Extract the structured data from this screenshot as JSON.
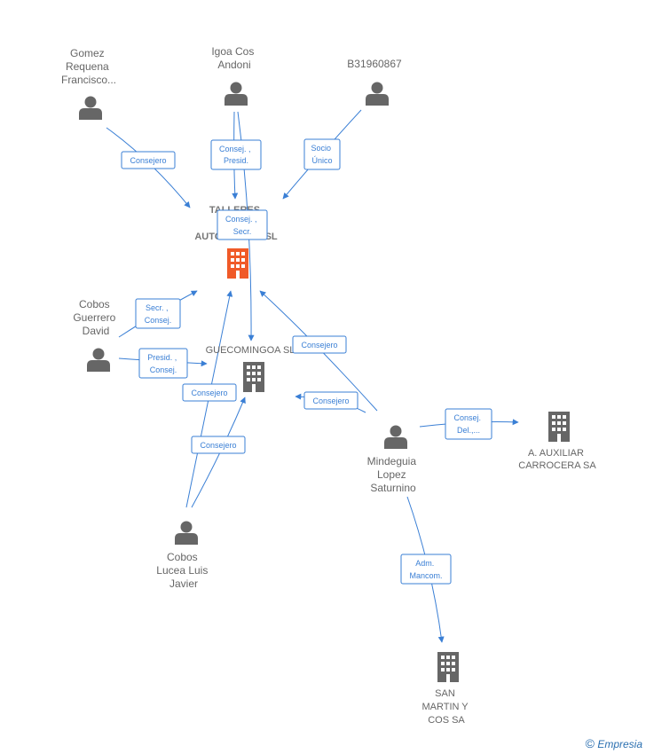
{
  "nodes": {
    "gomez": {
      "label": [
        "Gomez",
        "Requena",
        "Francisco..."
      ],
      "type": "person"
    },
    "igoa": {
      "label": [
        "Igoa Cos",
        "Andoni"
      ],
      "type": "person"
    },
    "b319": {
      "label": [
        "B31960867"
      ],
      "type": "person"
    },
    "talleres": {
      "label": [
        "TALLERES",
        "AUTOMOCION SL"
      ],
      "type": "company-main"
    },
    "cobos_g": {
      "label": [
        "Cobos",
        "Guerrero",
        "David"
      ],
      "type": "person"
    },
    "guecomingoa": {
      "label": [
        "GUECOMINGOA SL"
      ],
      "type": "company"
    },
    "mindeguia": {
      "label": [
        "Mindeguia",
        "Lopez",
        "Saturnino"
      ],
      "type": "person"
    },
    "auxiliar": {
      "label": [
        "A.  AUXILIAR",
        "CARROCERA SA"
      ],
      "type": "company"
    },
    "cobos_l": {
      "label": [
        "Cobos",
        "Lucea Luis",
        "Javier"
      ],
      "type": "person"
    },
    "sanmartin": {
      "label": [
        "SAN",
        "MARTIN Y",
        "COS SA"
      ],
      "type": "company"
    }
  },
  "edges": [
    {
      "id": "e1",
      "from": "gomez",
      "to": "talleres",
      "label": [
        "Consejero"
      ]
    },
    {
      "id": "e2",
      "from": "igoa",
      "to": "talleres",
      "label": [
        "Consej. ,",
        "Presid."
      ]
    },
    {
      "id": "e3",
      "from": "b319",
      "to": "talleres",
      "label": [
        "Socio",
        "Único"
      ]
    },
    {
      "id": "e4",
      "from": "igoa",
      "to": "guecomingoa",
      "label": [
        "Consej. ,",
        "Secr."
      ]
    },
    {
      "id": "e5",
      "from": "cobos_g",
      "to": "talleres",
      "label": [
        "Secr. ,",
        "Consej."
      ]
    },
    {
      "id": "e6",
      "from": "cobos_g",
      "to": "guecomingoa",
      "label": [
        "Presid. ,",
        "Consej."
      ]
    },
    {
      "id": "e7",
      "from": "mindeguia",
      "to": "talleres",
      "label": [
        "Consejero"
      ]
    },
    {
      "id": "e8",
      "from": "mindeguia",
      "to": "guecomingoa",
      "label": [
        "Consejero"
      ]
    },
    {
      "id": "e9",
      "from": "cobos_l",
      "to": "talleres",
      "label": [
        "Consejero"
      ]
    },
    {
      "id": "e10",
      "from": "cobos_l",
      "to": "guecomingoa",
      "label": [
        "Consejero"
      ]
    },
    {
      "id": "e11",
      "from": "mindeguia",
      "to": "auxiliar",
      "label": [
        "Consej.",
        "Del.,..."
      ]
    },
    {
      "id": "e12",
      "from": "mindeguia",
      "to": "sanmartin",
      "label": [
        "Adm.",
        "Mancom."
      ]
    }
  ],
  "watermark": {
    "symbol": "©",
    "brand": "Empresia"
  }
}
